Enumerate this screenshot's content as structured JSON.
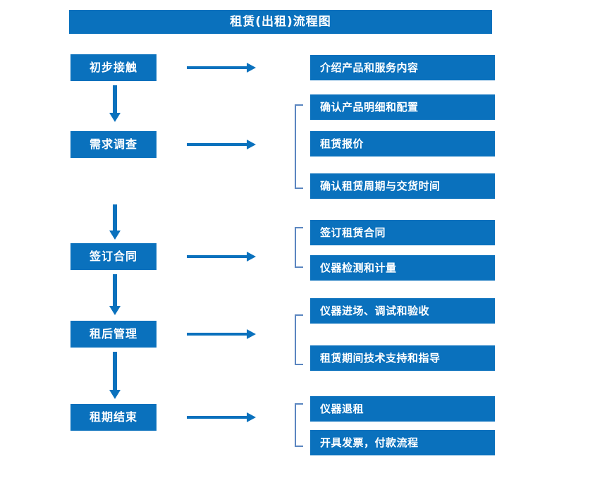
{
  "title": "租赁(出租)流程图",
  "colors": {
    "box_fill": "#0a71bd",
    "box_text": "#ffffff",
    "arrow": "#0a71bd",
    "bracket": "#5b86c0",
    "background": "#ffffff"
  },
  "stages": [
    {
      "label": "初步接触"
    },
    {
      "label": "需求调查"
    },
    {
      "label": "签订合同"
    },
    {
      "label": "租后管理"
    },
    {
      "label": "租期结束"
    }
  ],
  "details": [
    {
      "label": "介绍产品和服务内容"
    },
    {
      "label": "确认产品明细和配置"
    },
    {
      "label": "租赁报价"
    },
    {
      "label": "确认租赁周期与交货时间"
    },
    {
      "label": "签订租赁合同"
    },
    {
      "label": "仪器检测和计量"
    },
    {
      "label": "仪器进场、调试和验收"
    },
    {
      "label": "租赁期间技术支持和指导"
    },
    {
      "label": "仪器退租"
    },
    {
      "label": "开具发票，付款流程"
    }
  ],
  "flow": {
    "stage_to_details": [
      {
        "stage": "初步接触",
        "details": [
          "介绍产品和服务内容"
        ]
      },
      {
        "stage": "需求调查",
        "details": [
          "确认产品明细和配置",
          "租赁报价",
          "确认租赁周期与交货时间"
        ]
      },
      {
        "stage": "签订合同",
        "details": [
          "签订租赁合同",
          "仪器检测和计量"
        ]
      },
      {
        "stage": "租后管理",
        "details": [
          "仪器进场、调试和验收",
          "租赁期间技术支持和指导"
        ]
      },
      {
        "stage": "租期结束",
        "details": [
          "仪器退租",
          "开具发票，付款流程"
        ]
      }
    ],
    "stage_sequence": [
      "初步接触",
      "需求调查",
      "签订合同",
      "租后管理",
      "租期结束"
    ]
  }
}
